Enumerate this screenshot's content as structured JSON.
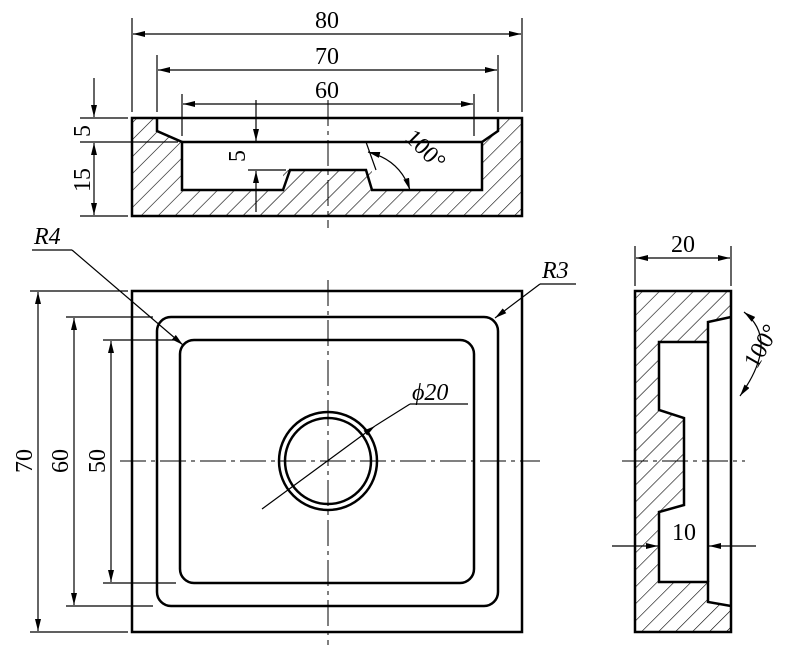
{
  "labels": {
    "top_overall_width": "80",
    "top_pocket_width": "70",
    "top_floor_width": "60",
    "top_depth_5": "5",
    "top_depth_15": "15",
    "top_step_5": "5",
    "top_angle": "100°",
    "plan_height_70": "70",
    "plan_height_60": "60",
    "plan_height_50": "50",
    "plan_hole_dia": "ϕ20",
    "plan_radius_outer": "R3",
    "plan_radius_inner": "R4",
    "side_width": "20",
    "side_angle": "100°",
    "side_dim_10": "10"
  }
}
